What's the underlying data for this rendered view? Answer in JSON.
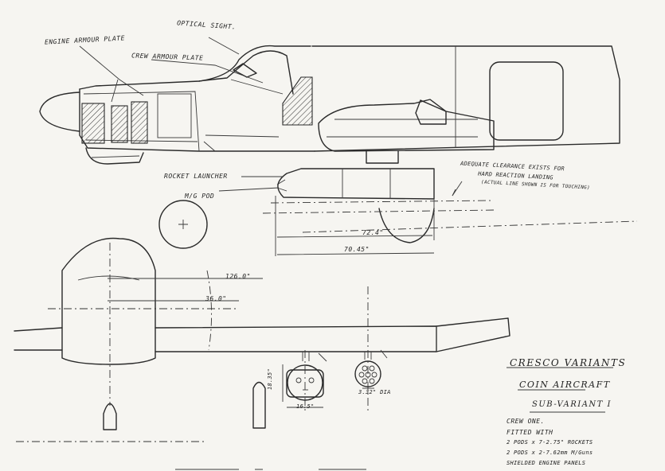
{
  "labels": {
    "engine_armour_plate": "ENGINE ARMOUR PLATE",
    "optical_sight": "OPTICAL SIGHT.",
    "crew_armour_plate": "CREW ARMOUR PLATE",
    "rocket_launcher": "ROCKET LAUNCHER",
    "mg_pod": "M/G POD",
    "clearance_line1": "ADEQUATE CLEARANCE EXISTS FOR",
    "clearance_line2": "HARD REACTION LANDING",
    "clearance_line3": "(ACTUAL LINE SHOWN IS FOR TOUCHING)"
  },
  "dimensions": {
    "d1": "72.4\"",
    "d2": "70.45\"",
    "d3": "126.0\"",
    "d4": "36.0\"",
    "d5": "18.35\"",
    "d6": "16.5\"",
    "d7": "3.32\" DIA"
  },
  "title_block": {
    "title": "CRESCO VARIANTS",
    "subtitle": "COIN AIRCRAFT",
    "variant": "SUB-VARIANT I",
    "crew": "CREW   ONE.",
    "fitted": "FITTED WITH",
    "line1": "2 PODS x 7-2.75\" ROCKETS",
    "line2": "2 PODS x 2-7.62mm M/Guns",
    "line3": "SHIELDED ENGINE PANELS"
  }
}
